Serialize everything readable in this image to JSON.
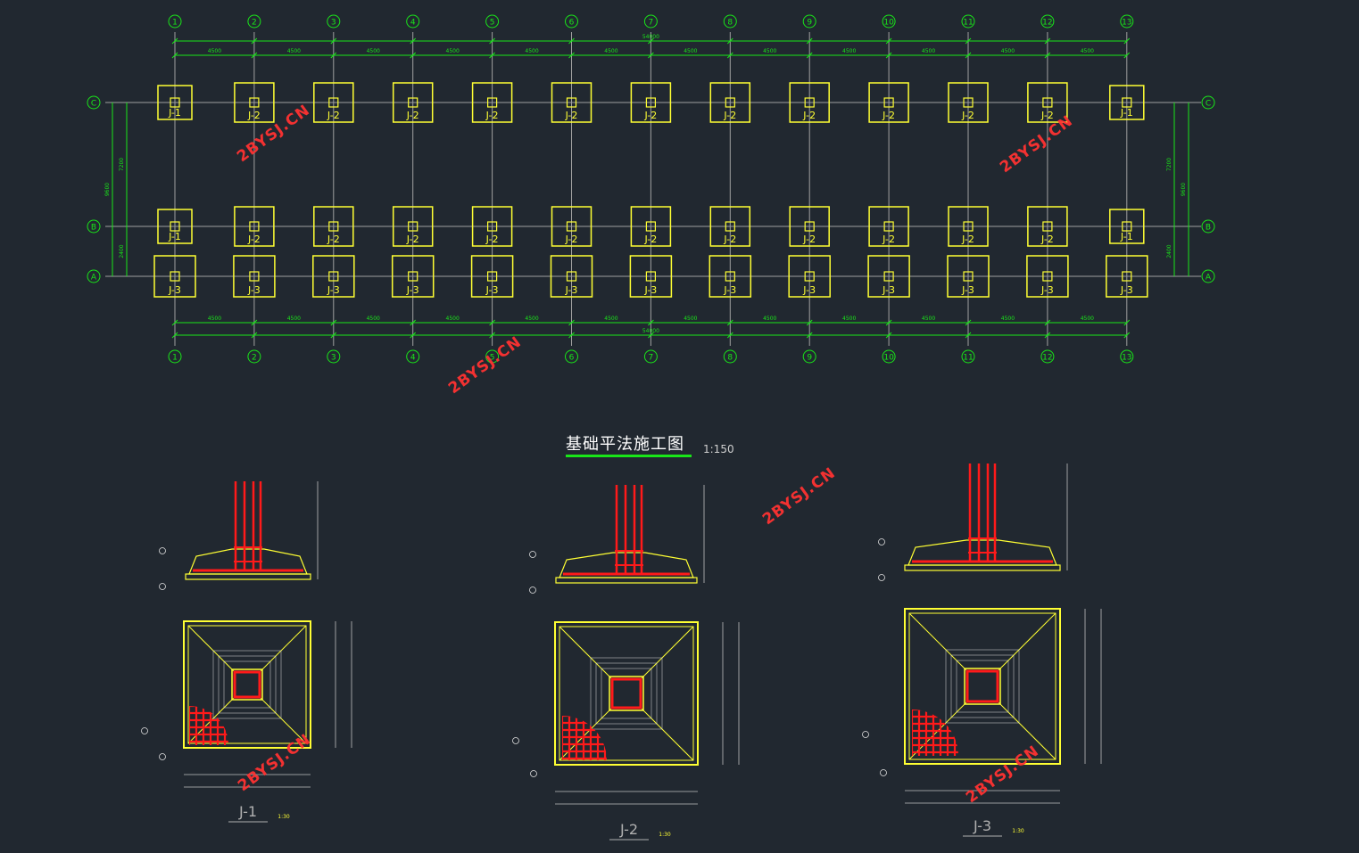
{
  "plan": {
    "axes_x": [
      "1",
      "2",
      "3",
      "4",
      "5",
      "6",
      "7",
      "8",
      "9",
      "10",
      "11",
      "12",
      "13"
    ],
    "axes_y": [
      "C",
      "B",
      "A"
    ],
    "footings": [
      [
        "J-1",
        "J-2",
        "J-2",
        "J-2",
        "J-2",
        "J-2",
        "J-2",
        "J-2",
        "J-2",
        "J-2",
        "J-2",
        "J-2",
        "J-1"
      ],
      [
        "J-1",
        "J-2",
        "J-2",
        "J-2",
        "J-2",
        "J-2",
        "J-2",
        "J-2",
        "J-2",
        "J-2",
        "J-2",
        "J-2",
        "J-1"
      ],
      [
        "J-3",
        "J-3",
        "J-3",
        "J-3",
        "J-3",
        "J-3",
        "J-3",
        "J-3",
        "J-3",
        "J-3",
        "J-3",
        "J-3",
        "J-3"
      ]
    ],
    "bay_dim": "4500",
    "total_dim": "54000",
    "side_dims": [
      "7200",
      "2400"
    ],
    "side_total": "9600"
  },
  "title": {
    "main": "基础平法施工图",
    "scale": "1:150"
  },
  "details": [
    {
      "label": "J-1",
      "scale": "1:30"
    },
    {
      "label": "J-2",
      "scale": "1:30"
    },
    {
      "label": "J-3",
      "scale": "1:30"
    }
  ],
  "watermark": "2BYSJ.CN",
  "colors": {
    "background": "#212830",
    "axis": "#19e619",
    "footing": "#ffff33",
    "rebar": "#ff1a1a",
    "grid": "#a0a0a0",
    "watermark": "#ff3232"
  }
}
